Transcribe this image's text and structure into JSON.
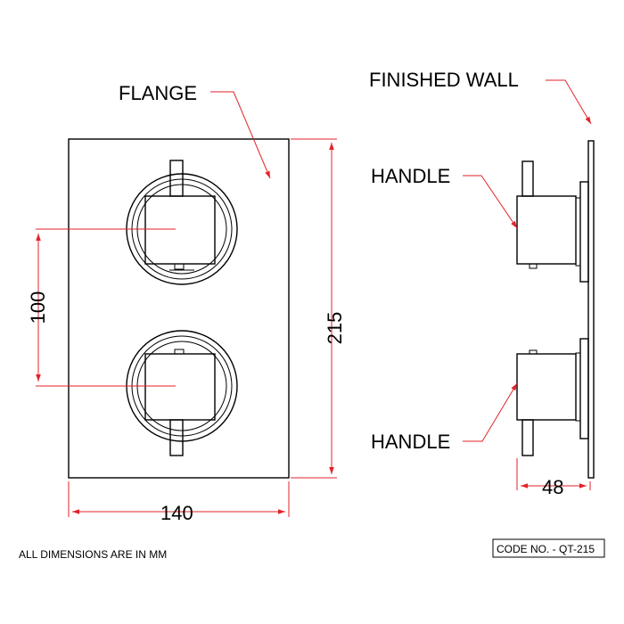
{
  "labels": {
    "flange": "FLANGE",
    "finished_wall": "FINISHED WALL",
    "handle_top": "HANDLE",
    "handle_bottom": "HANDLE"
  },
  "dimensions": {
    "width": "140",
    "height": "215",
    "handle_spacing": "100",
    "depth": "48"
  },
  "footer": {
    "note": "ALL DIMENSIONS ARE IN MM",
    "code": "CODE NO. - QT-215"
  },
  "colors": {
    "outline": "#000000",
    "dimension": "#e3222a"
  }
}
